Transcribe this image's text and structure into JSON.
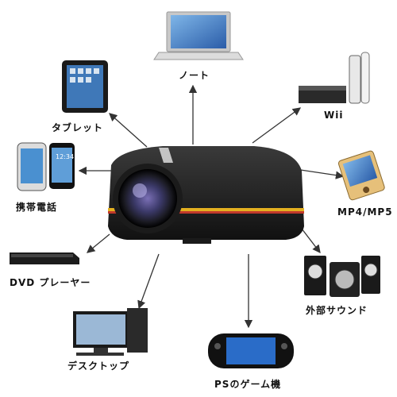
{
  "labels": {
    "laptop": "ノート",
    "tablet": "タブレット",
    "wii": "Wii",
    "phone": "携帯電話",
    "mp4": "MP4/MP5",
    "dvd": "DVD プレーヤー",
    "speaker": "外部サウンド",
    "desktop": "デスクトップ",
    "ps": "PSのゲーム機"
  },
  "icons": [
    "projector-icon",
    "laptop-icon",
    "tablet-icon",
    "wii-icon",
    "phone-icon",
    "mp4-player-icon",
    "dvd-player-icon",
    "speaker-icon",
    "desktop-computer-icon",
    "game-console-icon"
  ]
}
